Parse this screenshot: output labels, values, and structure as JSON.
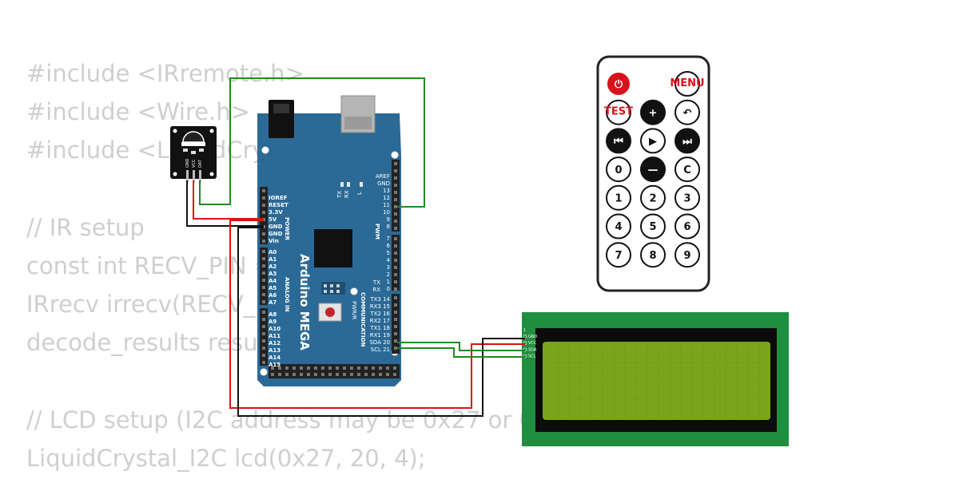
{
  "code_lines": [
    "#include <IRremote.h>",
    "#include <Wire.h>",
    "#include <LiquidCrystal_I2C.h>",
    "",
    "// IR setup",
    "const int RECV_PIN = 11;",
    "IRrecv irrecv(RECV_PIN);",
    "decode_results results;",
    "",
    "// LCD setup (I2C address may be 0x27 or 0x3F)",
    "LiquidCrystal_I2C lcd(0x27, 20, 4);"
  ],
  "board": {
    "name": "Arduino MEGA",
    "aref": "AREF",
    "gnd": "GND",
    "tx_led": "TX",
    "rx_led": "RX",
    "l_led": "L",
    "power_pins": [
      "IOREF",
      "RESET",
      "3.3V",
      "5V",
      "GND",
      "GND",
      "Vin"
    ],
    "power_label": "POWER",
    "analog_pins": [
      "A0",
      "A1",
      "A2",
      "A3",
      "A4",
      "A5",
      "A6",
      "A7",
      "A8",
      "A9",
      "A10",
      "A11",
      "A12",
      "A13",
      "A14",
      "A15"
    ],
    "analog_label": "ANALOG IN",
    "pwm_pins": [
      "13",
      "12",
      "11",
      "10",
      "9",
      "8",
      "7",
      "6",
      "5",
      "4",
      "3",
      "2",
      "1",
      "0"
    ],
    "pwm_label": "PWM",
    "tx_label": "TX",
    "rx_label": "RX",
    "comm_pins": [
      "TX3 14",
      "RX3 15",
      "TX2 16",
      "RX2 17",
      "TX1 18",
      "RX1 19",
      "SDA 20",
      "SCL 21"
    ],
    "comm_label": "COMMUNICATION",
    "reset_label": "PWR/R"
  },
  "ir_receiver": {
    "pins": [
      "GND",
      "VCC",
      "DAT"
    ]
  },
  "lcd": {
    "pins": [
      "GND",
      "VCC",
      "SDA",
      "SCL"
    ],
    "pin_marker": "1"
  },
  "remote": {
    "buttons": [
      {
        "label": "⏻",
        "kind": "power"
      },
      {
        "label": "",
        "kind": "empty"
      },
      {
        "label": "MENU",
        "kind": "red"
      },
      {
        "label": "TEST",
        "kind": "red"
      },
      {
        "label": "+",
        "kind": "dark"
      },
      {
        "label": "↶",
        "kind": "light"
      },
      {
        "label": "⏮",
        "kind": "dark"
      },
      {
        "label": "▶",
        "kind": "light"
      },
      {
        "label": "⏭",
        "kind": "dark"
      },
      {
        "label": "0",
        "kind": "light"
      },
      {
        "label": "—",
        "kind": "dark"
      },
      {
        "label": "C",
        "kind": "light"
      },
      {
        "label": "1",
        "kind": "light"
      },
      {
        "label": "2",
        "kind": "light"
      },
      {
        "label": "3",
        "kind": "light"
      },
      {
        "label": "4",
        "kind": "light"
      },
      {
        "label": "5",
        "kind": "light"
      },
      {
        "label": "6",
        "kind": "light"
      },
      {
        "label": "7",
        "kind": "light"
      },
      {
        "label": "8",
        "kind": "light"
      },
      {
        "label": "9",
        "kind": "light"
      }
    ]
  },
  "colors": {
    "board": "#2b6a97",
    "wire_green": "#1f8a1f",
    "wire_red": "#e01010",
    "wire_black": "#111111",
    "lcd_pcb": "#1f8f3f",
    "lcd_screen": "#7aa51a",
    "remote_red": "#d8121c"
  }
}
